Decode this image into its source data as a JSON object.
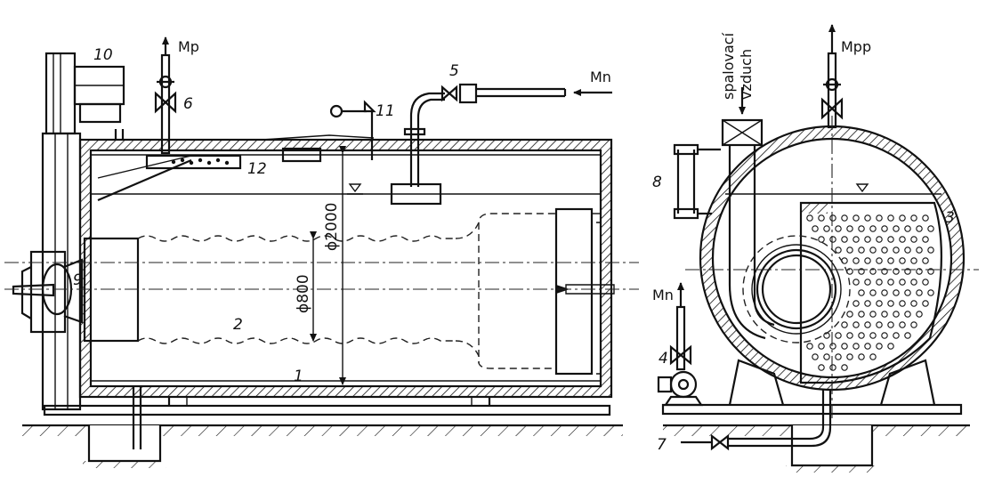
{
  "labels": {
    "n1": "1",
    "n2": "2",
    "n3": "3",
    "n4": "4",
    "n5": "5",
    "n6": "6",
    "n7": "7",
    "n8": "8",
    "n9": "9",
    "n10": "10",
    "n11": "11",
    "n12": "12"
  },
  "streams": {
    "mp": "Mp",
    "mn_left": "Mn",
    "mpp": "Mpp",
    "mn_right": "Mn",
    "air_line1": "spalovací",
    "air_line2": "vzduch"
  },
  "dimensions": {
    "shell_dia": "ϕ2000",
    "flue_dia": "ϕ800"
  }
}
